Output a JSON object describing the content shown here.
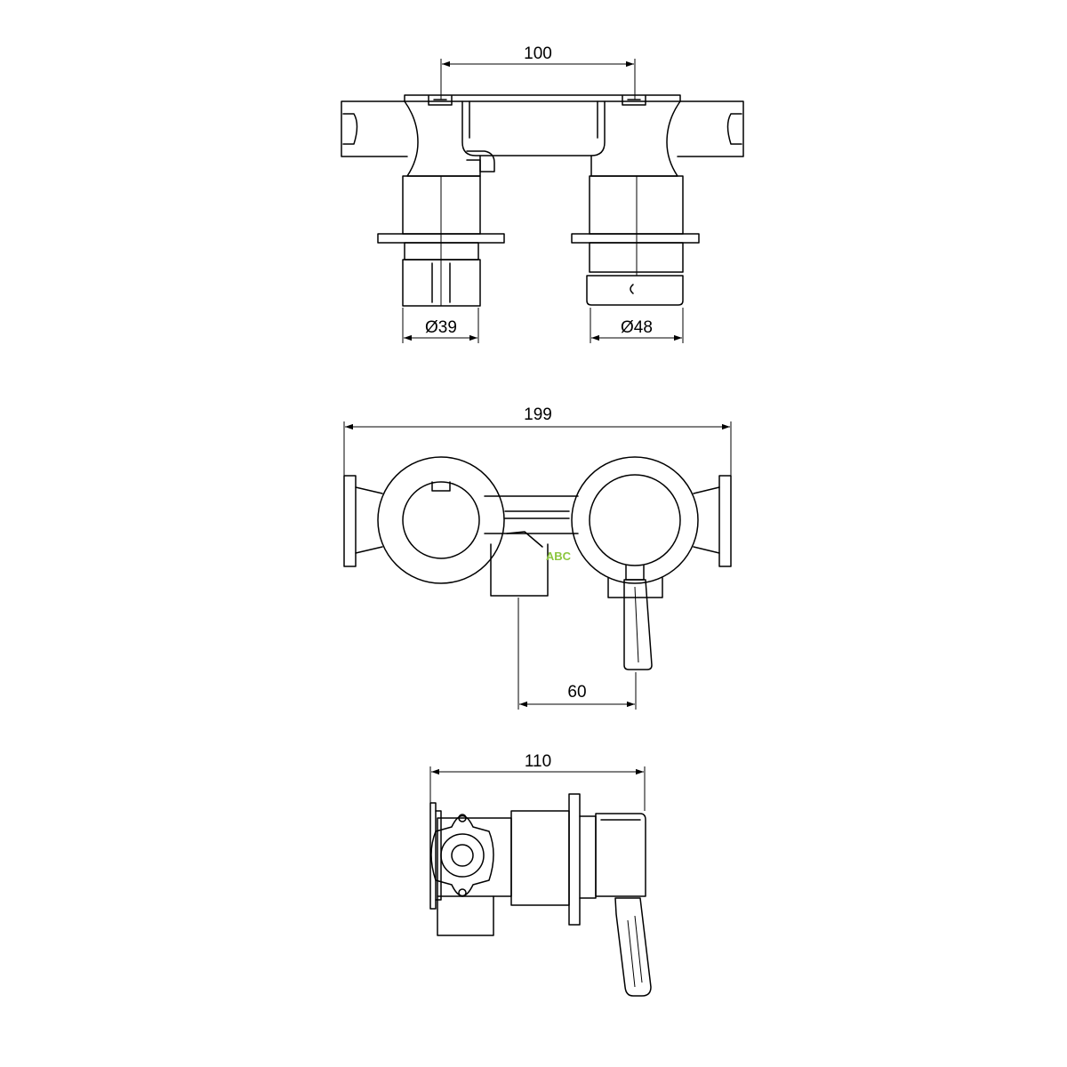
{
  "views": {
    "top": {
      "dim_top": "100",
      "dim_left_dia": "Ø39",
      "dim_right_dia": "Ø48"
    },
    "front": {
      "dim_width": "199",
      "dim_spacing": "60",
      "watermark": "ABC"
    },
    "side": {
      "dim_depth": "110"
    }
  },
  "colors": {
    "line": "#000000",
    "background": "#ffffff",
    "watermark": "#8cc63f"
  }
}
